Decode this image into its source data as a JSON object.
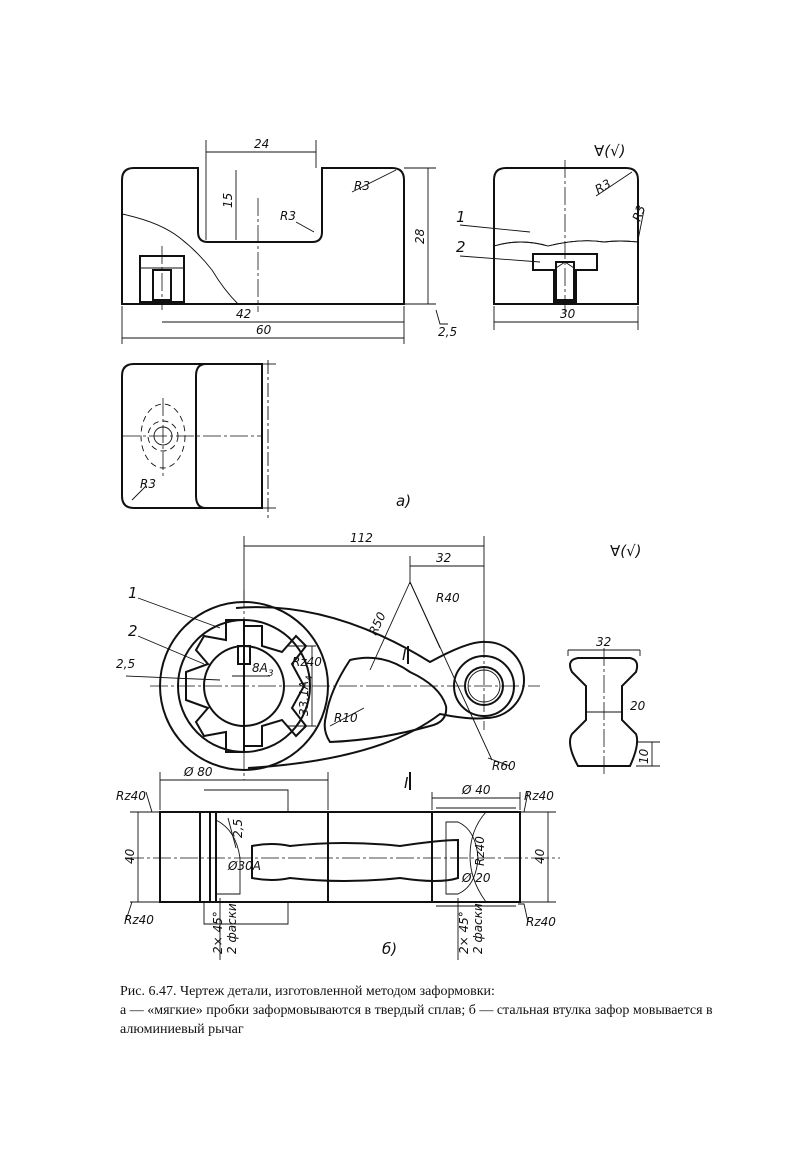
{
  "view_a": {
    "labels": {
      "d24": "24",
      "d15": "15",
      "r3_top": "R3",
      "r3_slot": "R3",
      "d28": "28",
      "d42": "42",
      "d60": "60",
      "d2_5": "2,5",
      "r3_side1": "R3",
      "r3_side2": "R3",
      "d30": "30",
      "leader1": "1",
      "leader2": "2",
      "r3_plan": "R3",
      "roughness": "∀(√)",
      "caption_letter": "а)"
    }
  },
  "view_b": {
    "labels": {
      "d112": "112",
      "d32_top": "32",
      "r40": "R40",
      "r50": "R50",
      "leader1": "1",
      "leader2": "2",
      "d2_5": "2,5",
      "bore": "8A",
      "bore_sub": "3",
      "rz40_a": "Rz40",
      "d33": "33,1A",
      "d33_sub": "4",
      "r10": "R10",
      "r60": "R60",
      "section_mark": "I",
      "section_mark2": "I",
      "section_w": "32",
      "section_20": "20",
      "section_10": "10",
      "roughness": "∀(√)",
      "d80": "Ø 80",
      "d40_top": "Ø 40",
      "rz40_tl": "Rz40",
      "rz40_tr": "Rz40",
      "rz40_bl": "Rz40",
      "rz40_br": "Rz40",
      "h40_left": "40",
      "h40_right": "40",
      "d2_5b": "2,5",
      "d30a": "Ø30A",
      "rz40_mid": "Rz40",
      "d20": "Ø 20",
      "chamfer_l1": "2× 45°",
      "chamfer_l2": "2 фаски",
      "chamfer_r1": "2× 45°",
      "chamfer_r2": "2 фаски",
      "caption_letter": "б)"
    }
  },
  "caption": {
    "title": "Рис. 6.47. Чертеж детали, изготовленной методом заформовки:",
    "body": "а — «мягкие» пробки заформовываются в твердый сплав; б — стальная втулка зафор мовывается в алюминиевый рычаг"
  }
}
